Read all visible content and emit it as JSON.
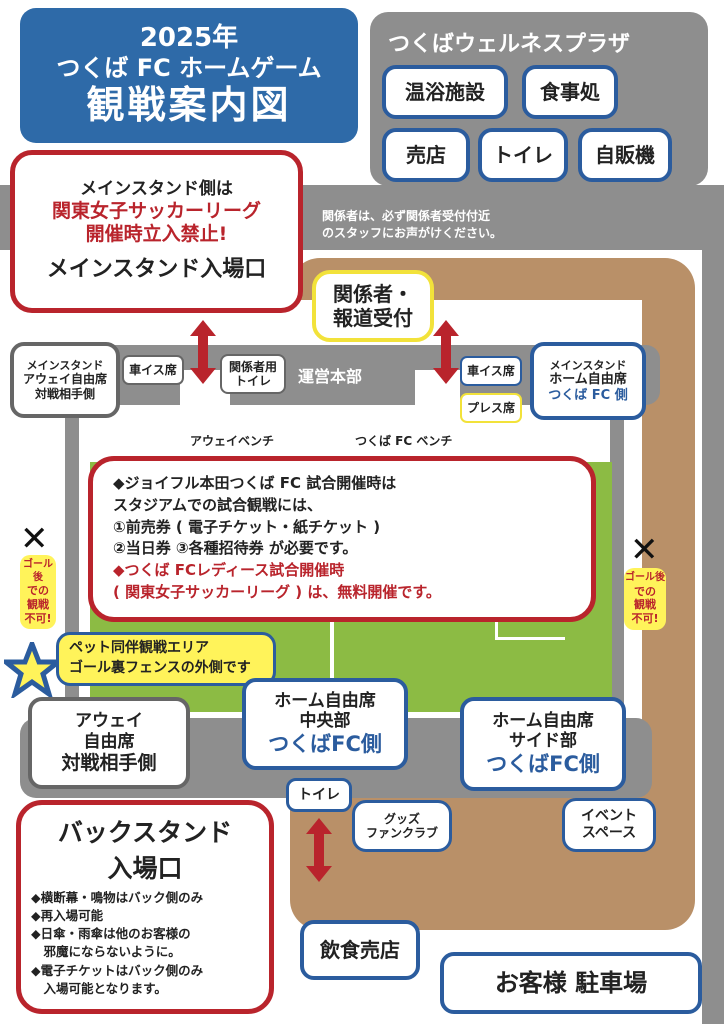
{
  "title": {
    "line1": "2025年",
    "line2": "つくば FC ホームゲーム",
    "line3": "観戦案内図"
  },
  "wellness": {
    "title": "つくばウェルネスプラザ",
    "items": [
      "温浴施設",
      "食事処",
      "売店",
      "トイレ",
      "自販機"
    ]
  },
  "main_warning": {
    "line1": "メインスタンド側は",
    "line2": "関東女子サッカーリーグ",
    "line3": "開催時立入禁止!",
    "entrance": "メインスタンド入場口"
  },
  "staff_note": {
    "line1": "関係者は、必ず関係者受付付近",
    "line2": "のスタッフにお声がけください。"
  },
  "reception": {
    "line1": "関係者・",
    "line2": "報道受付"
  },
  "main_stand": {
    "away": {
      "line1": "メインスタンド",
      "line2": "アウェイ自由席",
      "line3": "対戦相手側"
    },
    "wheelchair_left": "車イス席",
    "staff_toilet": {
      "line1": "関係者用",
      "line2": "トイレ"
    },
    "hq": "運営本部",
    "wheelchair_right": "車イス席",
    "press": "プレス席",
    "home": {
      "line1": "メインスタンド",
      "line2": "ホーム自由席",
      "line3": "つくば FC 側"
    }
  },
  "benches": {
    "away": "アウェイベンチ",
    "home": "つくば FC ベンチ"
  },
  "info": {
    "line1": "◆ジョイフル本田つくば FC 試合開催時は",
    "line2": "スタジアムでの試合観戦には、",
    "line3": "①前売券 ( 電子チケット・紙チケット )",
    "line4": "②当日券  ③各種招待券  が必要です。",
    "line5": "◆つくば FCレディース試合開催時",
    "line6": "( 関東女子サッカーリーグ ) は、無料開催です。"
  },
  "goal_note": {
    "mark": "✕",
    "line1": "ゴール後",
    "line2": "での",
    "line3": "観戦",
    "line4": "不可!"
  },
  "pet": {
    "line1": "ペット同伴観戦エリア",
    "line2": "ゴール裏フェンスの外側です"
  },
  "back_stand": {
    "away": {
      "line1": "アウェイ",
      "line2": "自由席",
      "line3": "対戦相手側"
    },
    "home_center": {
      "line1": "ホーム自由席",
      "line2": "中央部",
      "line3": "つくばFC側"
    },
    "home_side": {
      "line1": "ホーム自由席",
      "line2": "サイド部",
      "line3": "つくばFC側"
    },
    "toilet": "トイレ",
    "goods": {
      "line1": "グッズ",
      "line2": "ファンクラブ"
    },
    "event": {
      "line1": "イベント",
      "line2": "スペース"
    }
  },
  "back_entrance": {
    "title1": "バックスタンド",
    "title2": "入場口",
    "rules": [
      "◆横断幕・鳴物はバック側のみ",
      "◆再入場可能",
      "◆日傘・雨傘は他のお客様の",
      "　邪魔にならないように。",
      "◆電子チケットはバック側のみ",
      "　入場可能となります。"
    ]
  },
  "food": "飲食売店",
  "parking": "お客様  駐車場",
  "colors": {
    "blue": "#2b5c9e",
    "red": "#b9242c",
    "gray": "#8e8e8e",
    "tan": "#b99068",
    "green": "#8cbb44",
    "yellow": "#fff35a"
  }
}
